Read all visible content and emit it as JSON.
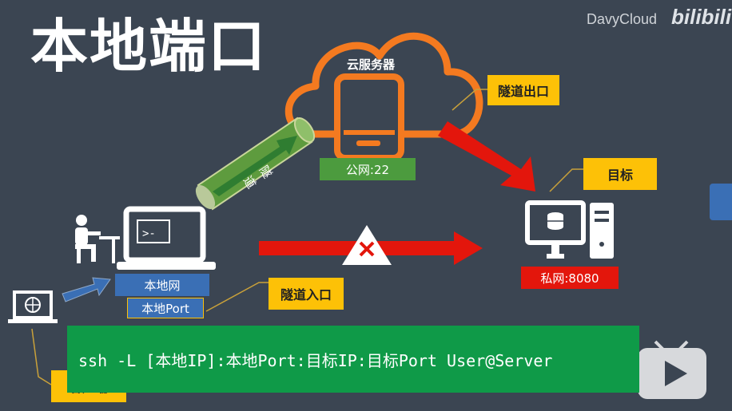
{
  "title": "本地端口",
  "brand": {
    "name": "DavyCloud",
    "logo": "bilibili"
  },
  "cloud": {
    "label": "云服务器",
    "port_label": "公网:22"
  },
  "tunnel": {
    "char1": "隧",
    "char2": "道"
  },
  "labels": {
    "tunnel_exit": "隧道出口",
    "target": "目标",
    "tunnel_entry": "隧道入口",
    "client": "客户端"
  },
  "local": {
    "net_label": "本地网",
    "port_label": "本地Port"
  },
  "target": {
    "port_label": "私网:8080"
  },
  "command": "ssh -L [本地IP]:本地Port:目标IP:目标Port  User@Server",
  "colors": {
    "background": "#3b4552",
    "cloud": "#f47a20",
    "arrow_red": "#e3160c",
    "tunnel_green": "#4c9b3e",
    "label_yellow": "#fdc107",
    "command_bg": "#0f9a48",
    "local_blue": "#3a6fb5"
  }
}
